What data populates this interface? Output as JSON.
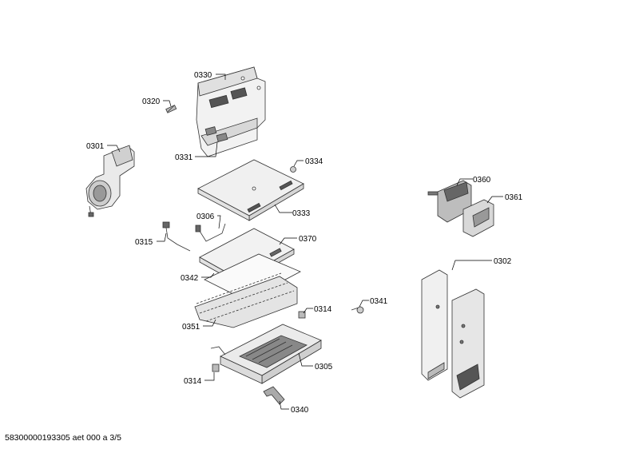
{
  "footer": "58300000193305 aet 000 a 3/5",
  "labels": {
    "p0330": "0330",
    "p0320": "0320",
    "p0301": "0301",
    "p0331": "0331",
    "p0334": "0334",
    "p0333": "0333",
    "p0306": "0306",
    "p0315": "0315",
    "p0370": "0370",
    "p0342": "0342",
    "p0314a": "0314",
    "p0341": "0341",
    "p0351": "0351",
    "p0305": "0305",
    "p0314b": "0314",
    "p0340": "0340",
    "p0360": "0360",
    "p0361": "0361",
    "p0302": "0302"
  }
}
